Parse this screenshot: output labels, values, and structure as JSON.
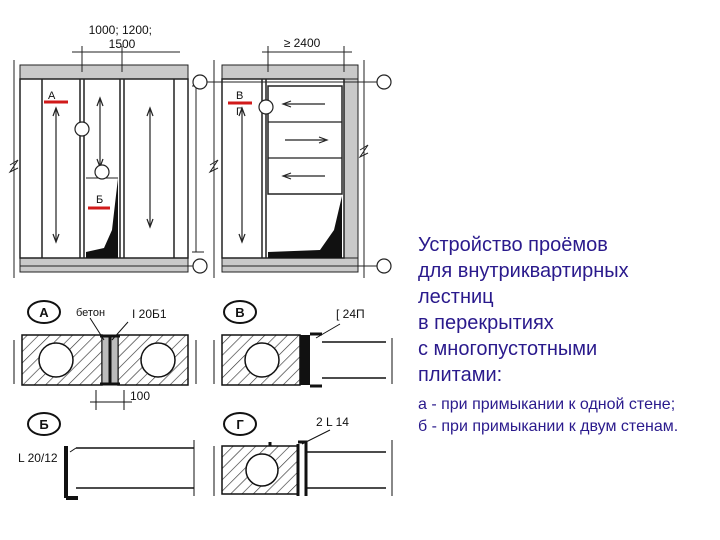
{
  "plan": {
    "dim_slab_width": "1000; 1200;\n1500",
    "dim_opening_min": "≥ 2400",
    "marker_a": "А",
    "marker_b": "Б",
    "marker_v": "В",
    "marker_g": "Г"
  },
  "details": {
    "a": {
      "letter": "А",
      "label_concrete": "бетон",
      "label_beam": "I 20Б1",
      "dim": "100"
    },
    "v": {
      "letter": "В",
      "label_channel": "[ 24П"
    },
    "b": {
      "letter": "Б",
      "label_angle": "L 20/12"
    },
    "g": {
      "letter": "Г",
      "label_angle": "2 L 14"
    }
  },
  "caption": {
    "title": "Устройство проёмов\nдля внутриквартирных\nлестниц\nв перекрытиях\nс многопустотными\nплитами:",
    "note_a": "а - при примыкании к одной стене;",
    "note_b": "б - при примыкании к двум стенам."
  },
  "colors": {
    "accent_marker": "#d11a1a",
    "caption_text": "#2a1a8c",
    "wall_fill": "#c9c9c9"
  }
}
